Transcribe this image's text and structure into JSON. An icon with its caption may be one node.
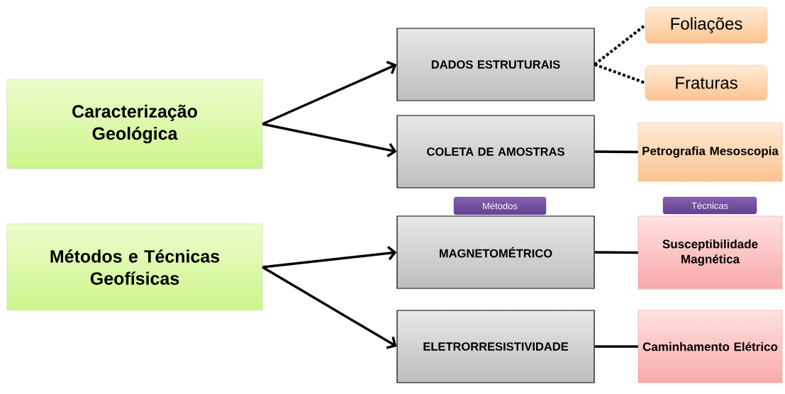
{
  "diagram": {
    "nodes": [
      {
        "text": [
          "Caracterização Geológica"
        ]
      },
      {
        "text": [
          "Métodos e Técnicas Geofísicas"
        ]
      },
      {
        "text": [
          "DADOS ESTRUTURAIS"
        ]
      },
      {
        "text": [
          "COLETA DE AMOSTRAS"
        ]
      },
      {
        "text": [
          "MAGNETOMÉTRICO"
        ]
      },
      {
        "text": [
          "ELETRORRESISTIVIDADE"
        ]
      },
      {
        "text": [
          "Foliações"
        ]
      },
      {
        "text": [
          "Fraturas"
        ]
      },
      {
        "text": [
          "Petrografia Mesoscopia"
        ]
      },
      {
        "text": [
          "Métodos"
        ]
      },
      {
        "text": [
          "Técnicas"
        ]
      },
      {
        "text": [
          "Susceptibilidade Magnética"
        ]
      },
      {
        "text": [
          "Caminhamento Elétrico"
        ]
      }
    ],
    "edges": [
      {
        "from": 0,
        "to": 2,
        "arrow": "to"
      },
      {
        "from": 0,
        "to": 3,
        "arrow": "to"
      },
      {
        "from": 2,
        "to": 6,
        "arrow": "none",
        "style": "dashed"
      },
      {
        "from": 2,
        "to": 7,
        "arrow": "none",
        "style": "dashed"
      },
      {
        "from": 3,
        "to": 8,
        "arrow": "none"
      },
      {
        "from": 1,
        "to": 4,
        "arrow": "to"
      },
      {
        "from": 1,
        "to": 5,
        "arrow": "to"
      },
      {
        "from": 4,
        "to": 11,
        "arrow": "none"
      },
      {
        "from": 5,
        "to": 12,
        "arrow": "none"
      }
    ]
  }
}
